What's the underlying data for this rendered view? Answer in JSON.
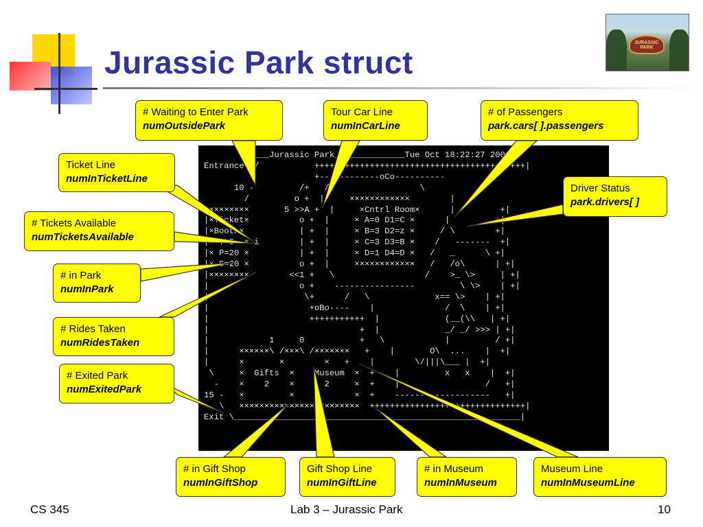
{
  "slide": {
    "title": "Jurassic Park struct",
    "logo_text": "JURASSIC PARK"
  },
  "terminal": {
    "lines": [
      "          ___Jurassic Park______________Tue Oct 18:22:27 2008",
      "Entrance  /           ++++++++++++++++++++++++++++++++++++++++++|",
      "         -            +------------oCo----------",
      "      10 -         /+   /                  \\",
      "        /         o +  |     ××××××××××××        |",
      "|××××××××       5 >>A +  |     ×Cntrl Room×      |         +|",
      "|×Ticket×          o +  |     × A=0 D1=C ×      |         +|",
      "|×Booth×           | +  |     × B=3 D2=z ×     / \\        +|",
      "|× T=5  × i        | +  |     × C=3 D3=B ×    /   -------  +|",
      "|× P=20 ×          | +  |     × D=1 D4=D ×   /   _      \\ +|",
      "|× S=20 ×          o +  |     ××××××××××××   /   /o\\      | +|",
      "|××××××××        <<1 +   \\                  /    >_ \\>     | +|",
      "|                  o +    ----------------         \\ \\>    | +|",
      "|                   \\+      /   \\             x== \\>    | +|",
      "|                    +oBo----    |              /  \\    | +|",
      "|                    +++++++++++  |             (__(\\\\   | +|",
      "|                              +  |             _/ _/ >>> | +|",
      "|            1     0           +   \\            |         / +|",
      "|      ××××××\\ /×××\\ /×××××××   +    |       O\\  ...    |  +|",
      "|      ×       ×        ×   +    |        \\/|||\\___ |  +|",
      " \\     ×  Gifts  ×    Museum  ×  +    |         x   x    |  +|",
      "  -    ×    2    ×      2     ×  +    |                 /   +|",
      "15 -   ×         ×            ×  +    -------------------   +|",
      "   \\   ××××××××××××××××××××××××  +++++++++++++++++++++++++++++++|",
      "Exit \\_________________________________________________________|"
    ]
  },
  "callouts": [
    {
      "label": "# Waiting to Enter Park",
      "var": "numOutsidePark"
    },
    {
      "label": "Tour Car Line",
      "var": "numInCarLine"
    },
    {
      "label": "# of Passengers",
      "var": "park.cars[ ].passengers"
    },
    {
      "label": "Ticket Line",
      "var": "numInTicketLine"
    },
    {
      "label": "Driver Status",
      "var": "park.drivers[ ]"
    },
    {
      "label": "# Tickets Available",
      "var": "numTicketsAvailable"
    },
    {
      "label": "# in Park",
      "var": "numInPark"
    },
    {
      "label": "# Rides Taken",
      "var": "numRidesTaken"
    },
    {
      "label": "# Exited Park",
      "var": "numExitedPark"
    },
    {
      "label": "# in Gift Shop",
      "var": "numInGiftShop"
    },
    {
      "label": "Gift Shop Line",
      "var": "numInGiftLine"
    },
    {
      "label": "# in Museum",
      "var": "numInMuseum"
    },
    {
      "label": "Museum Line",
      "var": "numInMuseumLine"
    }
  ],
  "footer": {
    "left": "CS 345",
    "center": "Lab 3 – Jurassic Park",
    "right": "10"
  },
  "colors": {
    "title": "#333399",
    "callout_fill": "#ffff00",
    "terminal_bg": "#000000",
    "terminal_text": "#e6e6e6"
  }
}
